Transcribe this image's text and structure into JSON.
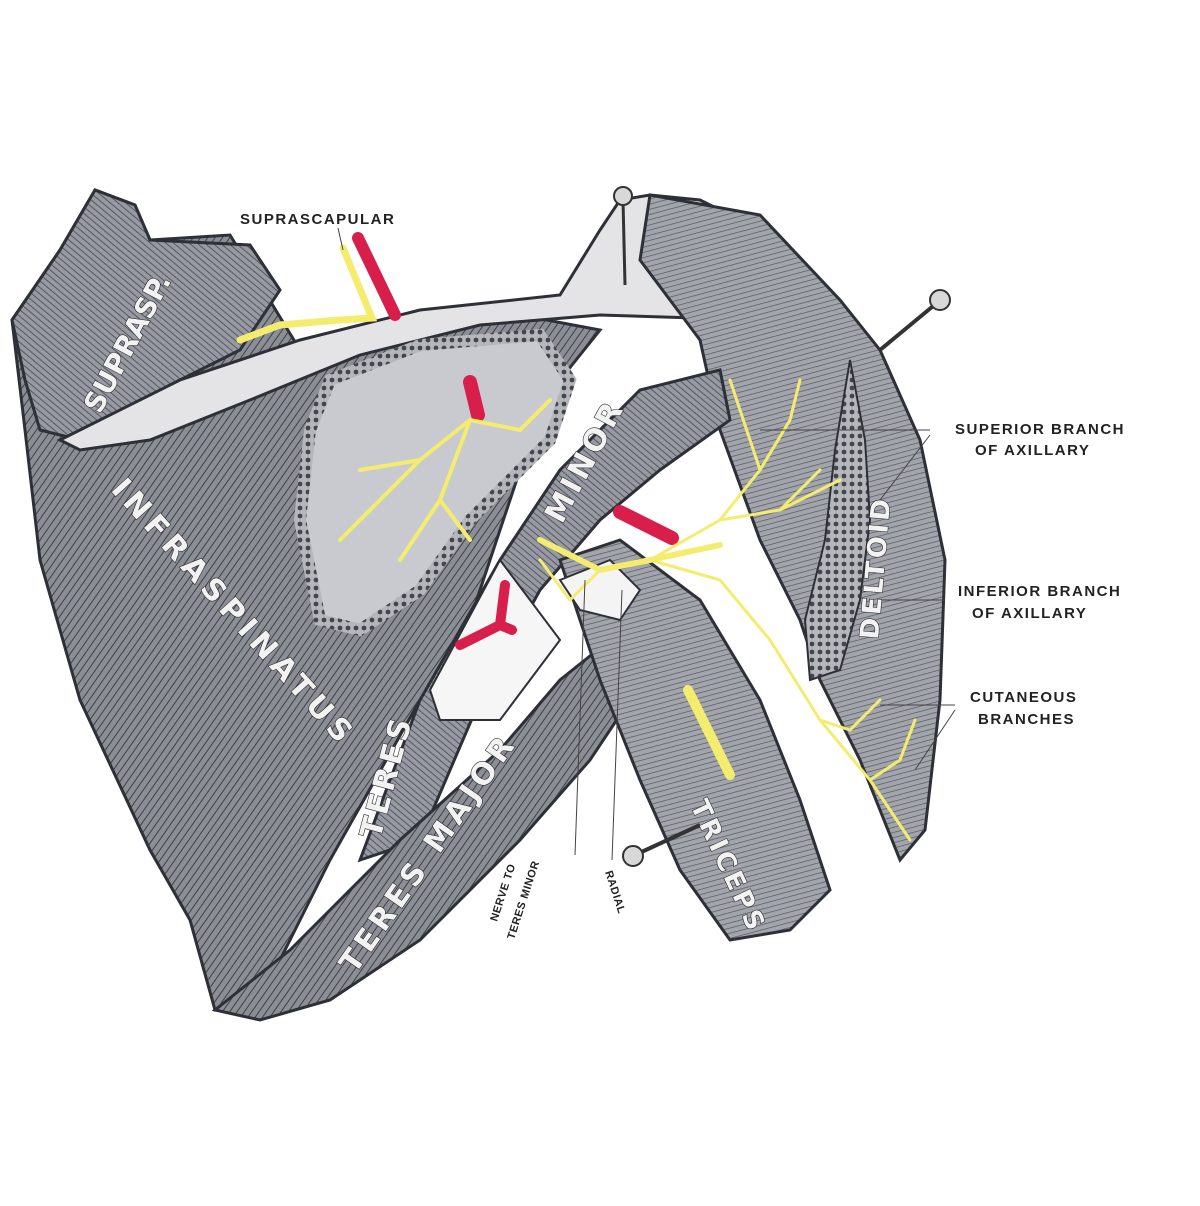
{
  "labels": {
    "suprascapular": "SUPRASCAPULAR",
    "superior_branch_1": "SUPERIOR BRANCH",
    "superior_branch_2": "OF AXILLARY",
    "inferior_branch_1": "INFERIOR BRANCH",
    "inferior_branch_2": "OF AXILLARY",
    "cutaneous_1": "CUTANEOUS",
    "cutaneous_2": "BRANCHES",
    "nerve_to_teres_minor_1": "NERVE TO",
    "nerve_to_teres_minor_2": "TERES MINOR",
    "radial": "RADIAL"
  },
  "muscles": {
    "supraspinatus": "SUPRASP.",
    "infraspinatus": "INFRASPINATUS",
    "teres_minor_upper": "MINOR",
    "teres_minor_lower": "TERES",
    "teres_major": "TERES MAJOR",
    "deltoid": "DELTOID",
    "triceps": "TRICEPS"
  },
  "colors": {
    "background": "#ffffff",
    "muscle": "#8a8c94",
    "muscle_dark": "#4e5058",
    "bone": "#e4e4e6",
    "nerve": "#f4ec6e",
    "artery": "#d81e4a",
    "ink": "#222222"
  }
}
